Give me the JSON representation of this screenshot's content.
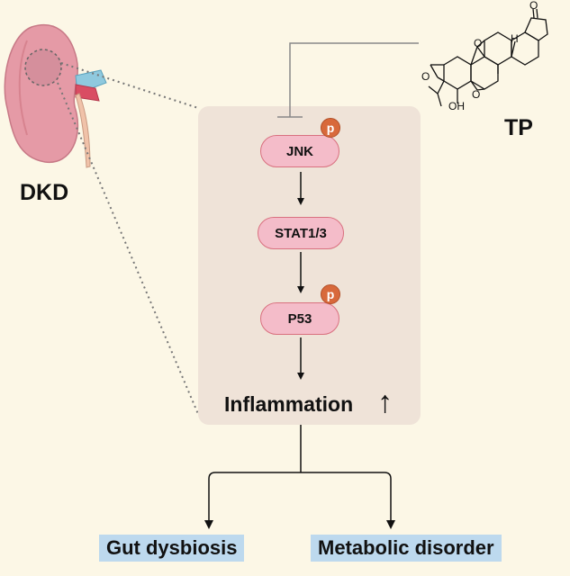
{
  "organ": {
    "label": "DKD"
  },
  "drug": {
    "label": "TP",
    "atom_labels": [
      "O",
      "O",
      "O",
      "H",
      "OH",
      "O"
    ]
  },
  "pathway": {
    "nodes": [
      {
        "label": "JNK",
        "phospho": "p"
      },
      {
        "label": "STAT1/3",
        "phospho": ""
      },
      {
        "label": "P53",
        "phospho": "p"
      }
    ],
    "result": {
      "label": "Inflammation",
      "trend": "↑"
    }
  },
  "outcomes": [
    "Gut dysbiosis",
    "Metabolic disorder"
  ],
  "colors": {
    "background": "#fcf7e6",
    "pathway_panel": "#efe3d8",
    "node_fill": "#f4bcc9",
    "node_border": "#d9707f",
    "phospho_badge": "#d8693b",
    "outcome_fill": "#bdd9ee",
    "kidney": "#e59aa6"
  }
}
